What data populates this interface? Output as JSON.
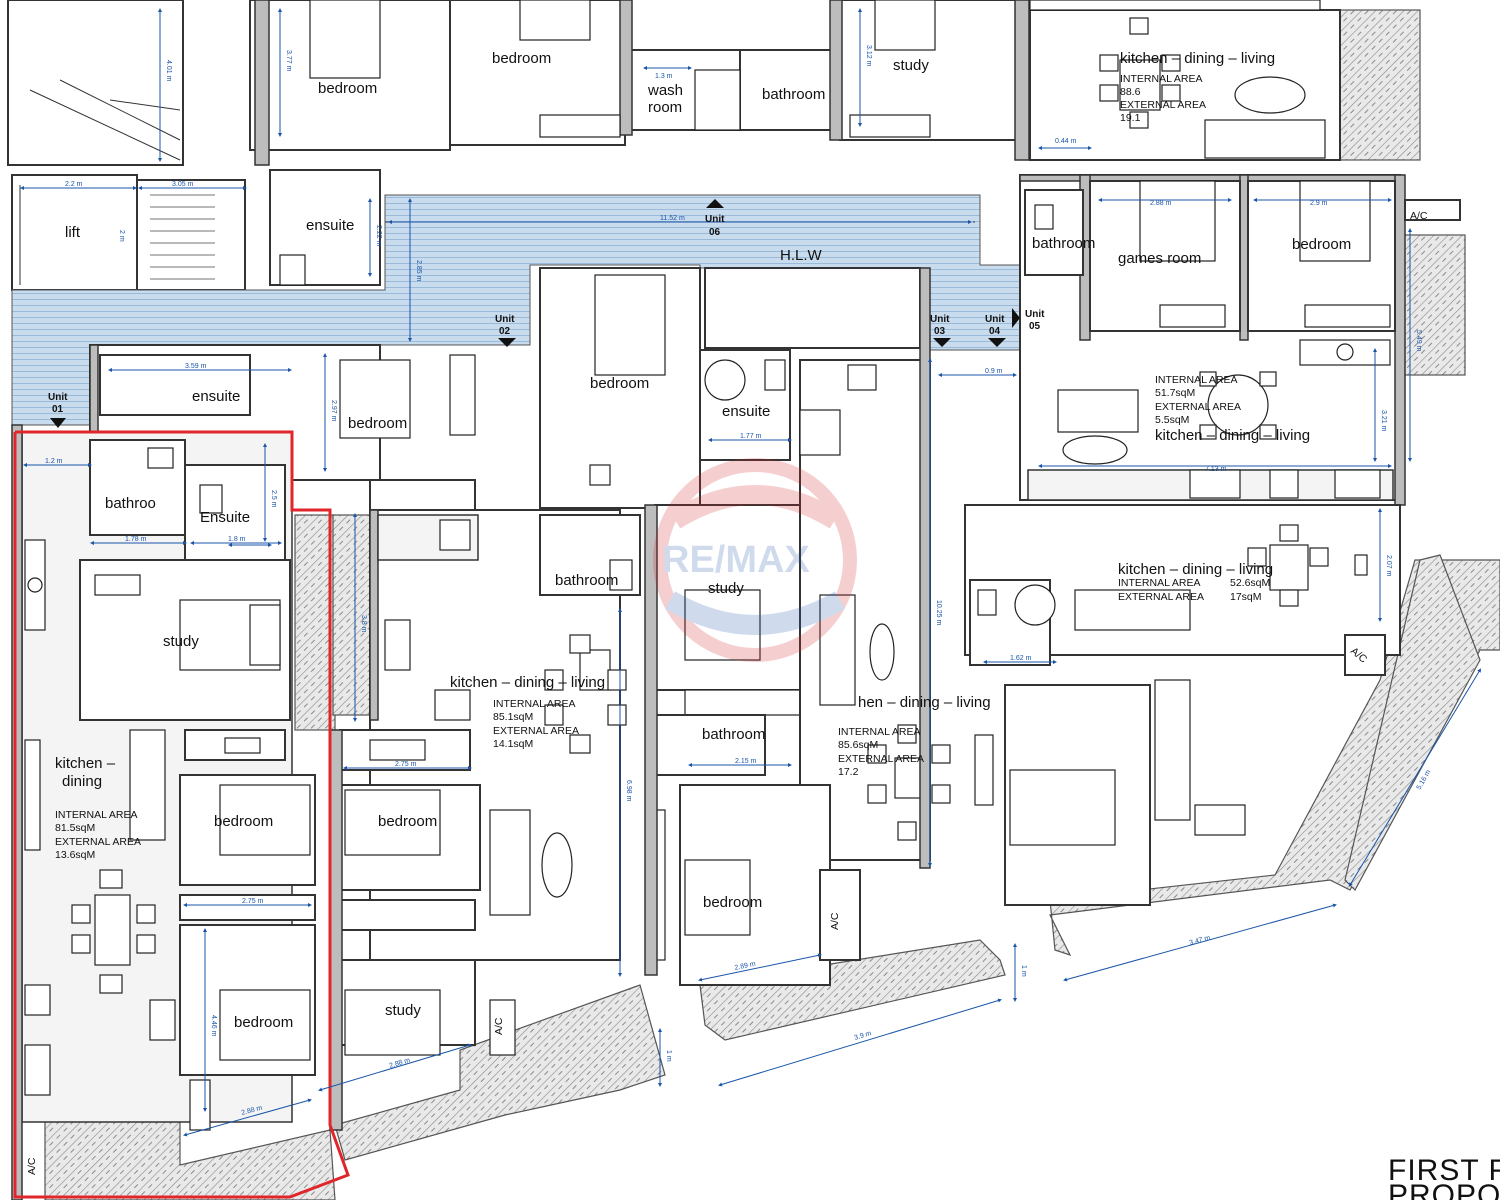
{
  "title": {
    "line1": "FIRST F",
    "line2": "PROPOSE"
  },
  "watermark": "RE/MAX",
  "units": [
    {
      "label": "Unit",
      "num": "01"
    },
    {
      "label": "Unit",
      "num": "02"
    },
    {
      "label": "Unit",
      "num": "03"
    },
    {
      "label": "Unit",
      "num": "04"
    },
    {
      "label": "Unit",
      "num": "05"
    },
    {
      "label": "Unit",
      "num": "06"
    }
  ],
  "rooms": {
    "lift": "lift",
    "bedroom": "bedroom",
    "study": "study",
    "ensuite": "ensuite",
    "ensuite_cap": "Ensuite",
    "bathroom": "bathroom",
    "bathroom_partial": "bathroo",
    "wash_room_1": "wash",
    "wash_room_2": "room",
    "games_room": "games room",
    "kdl": "kitchen – dining – living",
    "kdl_partial": "hen – dining – living",
    "kitchen_dining_1": "kitchen –",
    "kitchen_dining_2": "dining",
    "hlw": "H.L.W",
    "ac": "A/C"
  },
  "areas": {
    "internal_label": "INTERNAL AREA",
    "external_label": "EXTERNAL AREA",
    "u01_int": "81.5sqM",
    "u01_ext": "13.6sqM",
    "u02_int": "85.1sqM",
    "u02_ext": "14.1sqM",
    "u03_int": "85.6sqM",
    "u03_ext": "17.2",
    "u04_int": "52.6sqM",
    "u04_ext": "17sqM",
    "u05_int": "51.7sqM",
    "u05_ext": "5.5sqM",
    "u06_int": "88.6",
    "u06_ext": "19.1"
  },
  "dims": {
    "d1": "2.2 m",
    "d2": "3.05 m",
    "d3": "2 m",
    "d4": "11.52 m",
    "d5": "3.59 m",
    "d6": "1.2 m",
    "d7": "1.78 m",
    "d8": "1.8 m",
    "d9": "2.75 m",
    "d10": "2.75 m",
    "d11": "2.88 m",
    "d12": "2.88 m",
    "d13": "1.77 m",
    "d14": "2.15 m",
    "d15": "2.89 m",
    "d16": "3.9 m",
    "d17": "3.47 m",
    "d18": "5.16 m",
    "d19": "1.62 m",
    "d20": "0.9 m",
    "d21": "2.88 m",
    "d22": "2.9 m",
    "d23": "7.13 m",
    "d24": "5.49 m",
    "d25": "3.21 m",
    "d26": "2.07 m",
    "d27": "10.25 m",
    "d28": "6.98 m",
    "d29": "2.97 m",
    "d30": "2.5 m",
    "d31": "4.01 m",
    "d32": "3.77 m",
    "d33": "3.12 m",
    "d34": "1.3 m",
    "d35": "0.44 m",
    "d36": "2.22 m",
    "d37": "2.85 m",
    "d38": "1 m",
    "d39": "1 m",
    "d40": "4.46 m",
    "d41": "1.8 m",
    "d42": "3.8 m"
  },
  "colors": {
    "corridor": "#c9dcee",
    "highlight": "#e0262a",
    "dimension": "#1a55a8",
    "wall": "#bdbdbd"
  }
}
